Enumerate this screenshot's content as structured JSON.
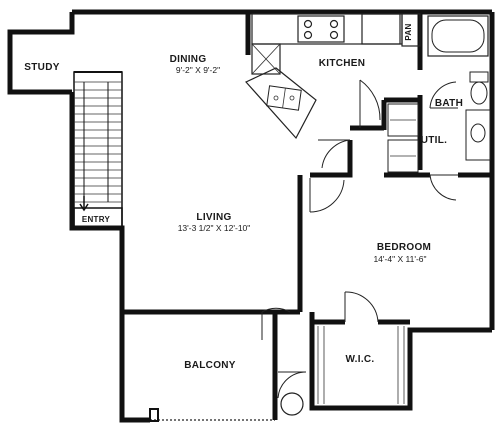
{
  "rooms": {
    "study": {
      "name": "STUDY"
    },
    "dining": {
      "name": "DINING",
      "dimensions": "9'-2\" X 9'-2\""
    },
    "kitchen": {
      "name": "KITCHEN"
    },
    "pan": {
      "name": "PAN"
    },
    "bath": {
      "name": "BATH"
    },
    "util": {
      "name": "UTIL."
    },
    "living": {
      "name": "LIVING",
      "dimensions": "13'-3 1/2\" X 12'-10\""
    },
    "bedroom": {
      "name": "BEDROOM",
      "dimensions": "14'-4\" X 11'-6\""
    },
    "entry": {
      "name": "ENTRY"
    },
    "balcony": {
      "name": "BALCONY"
    },
    "wic": {
      "name": "W.I.C."
    }
  }
}
